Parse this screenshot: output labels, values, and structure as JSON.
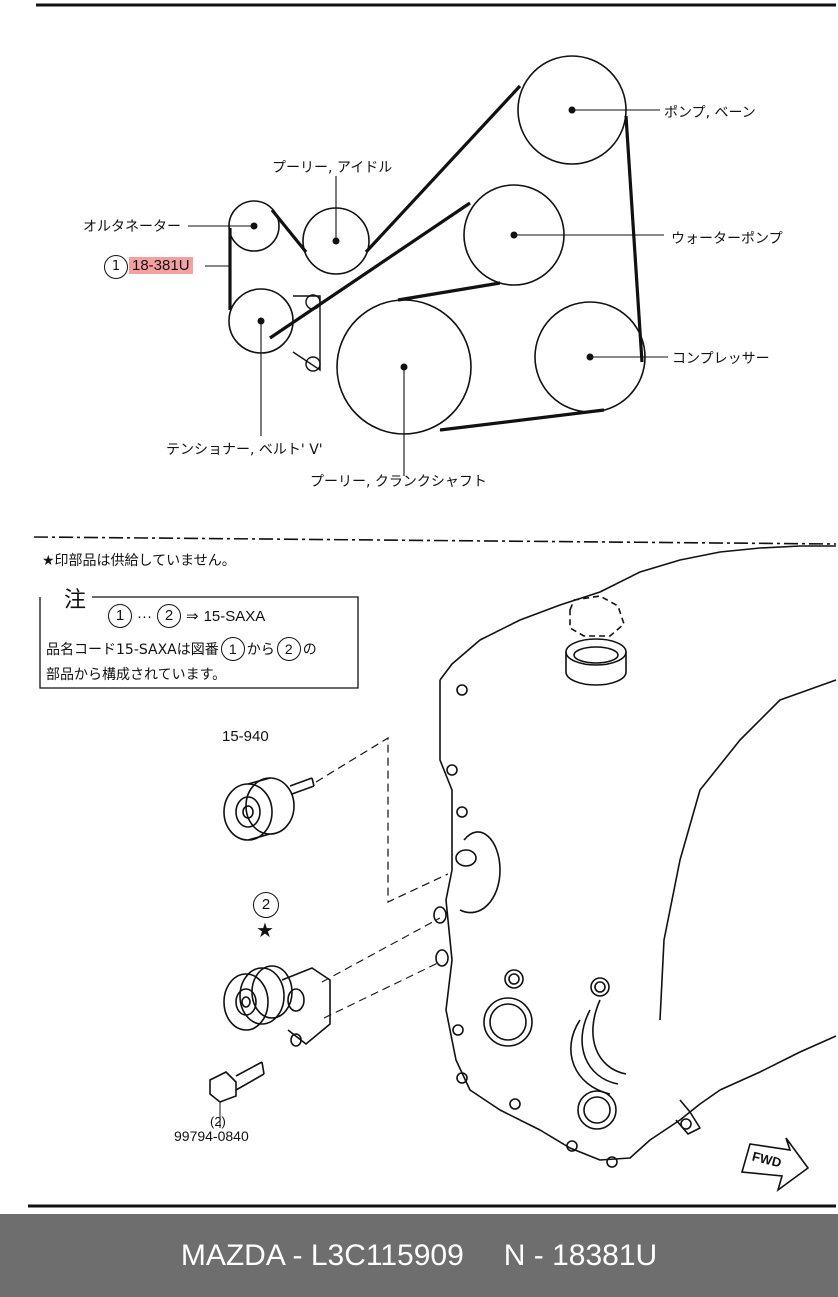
{
  "belt_diagram": {
    "labels": {
      "pump_vane": "ポンプ, ベーン",
      "pulley_idler": "プーリー, アイドル",
      "alternator": "オルタネーター",
      "water_pump": "ウォーターポンプ",
      "compressor": "コンプレッサー",
      "tensioner": "テンショナー, ベルト' V'",
      "crankshaft_pulley": "プーリー, クランクシャフト"
    },
    "callout_number": "1",
    "highlighted_part": "18-381U"
  },
  "parts_diagram": {
    "star_note": "★印部品は供給していません。",
    "note_title": "注",
    "note_line1_from": "1",
    "note_line1_to": "2",
    "note_line1_arrow": "⇒",
    "note_line1_code": "15-SAXA",
    "note_line2_a": "品名コード15-SAXAは図番",
    "note_line2_n1": "1",
    "note_line2_b": "から",
    "note_line2_n2": "2",
    "note_line2_c": "の",
    "note_line3": "部品から構成されています。",
    "part_15940": "15-940",
    "callout_2": "2",
    "star": "★",
    "bolt_qty": "(2)",
    "bolt_part": "99794-0840",
    "fwd": "FWD"
  },
  "footer": {
    "brand_part": "MAZDA - L3C115909",
    "ref": "N - 18381U"
  }
}
